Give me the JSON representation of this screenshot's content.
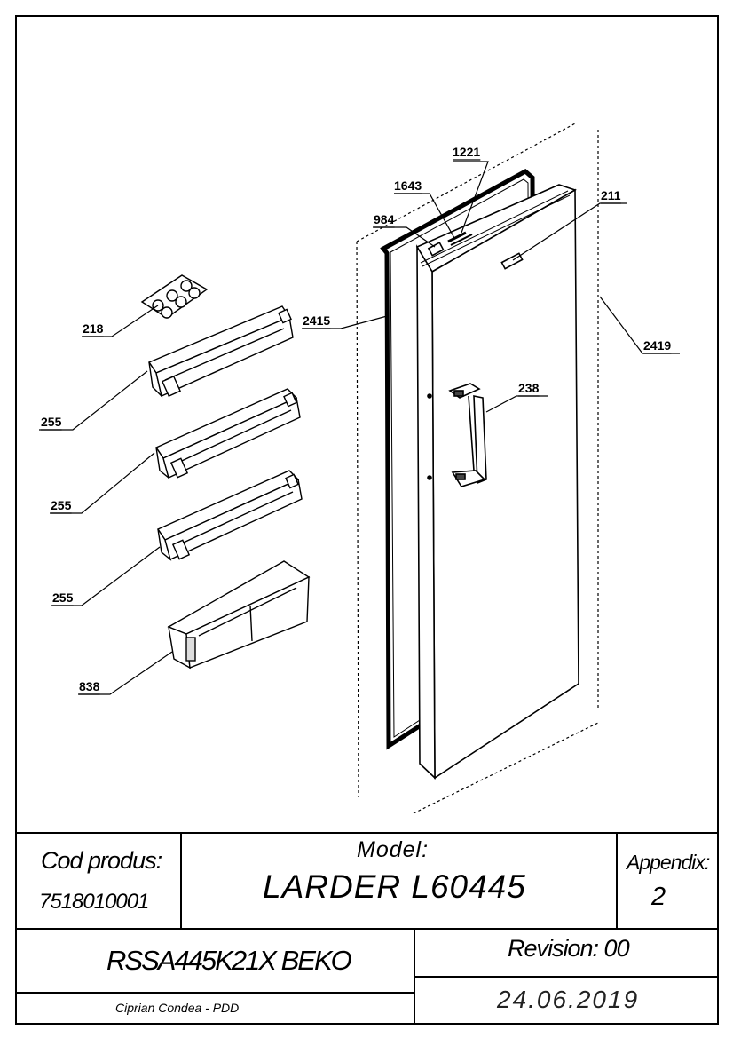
{
  "callouts": {
    "c1221": "1221",
    "c1643": "1643",
    "c984": "984",
    "c211": "211",
    "c218": "218",
    "c2415": "2415",
    "c2419": "2419",
    "c238": "238",
    "c255a": "255",
    "c255b": "255",
    "c255c": "255",
    "c838": "838"
  },
  "title_block": {
    "cod_label": "Cod produs:",
    "cod_value": "7518010001",
    "model_label": "Model:",
    "model_value": "LARDER L60445",
    "appendix_label": "Appendix:",
    "appendix_value": "2",
    "product_name": "RSSA445K21X BEKO",
    "author": "Ciprian Condea - PDD",
    "revision": "Revision: 00",
    "date": "24.06.2019"
  }
}
